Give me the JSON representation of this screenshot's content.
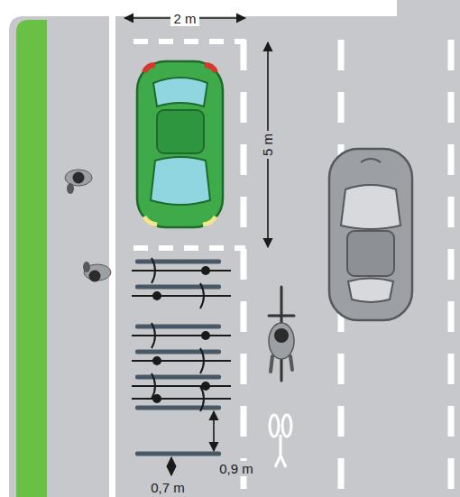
{
  "diagram": {
    "labels": [
      "2 m",
      "5 m",
      "0,9 m",
      "0,7 m"
    ]
  }
}
